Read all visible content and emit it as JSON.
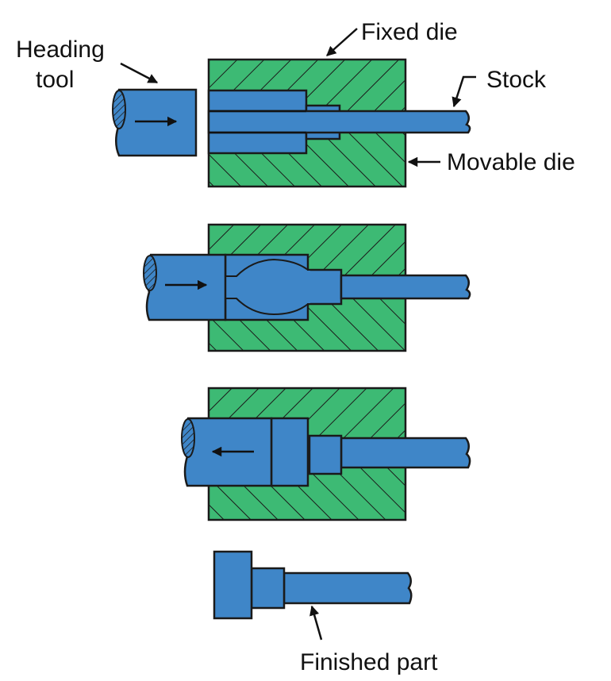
{
  "labels": {
    "heading_tool_line1": "Heading",
    "heading_tool_line2": "tool",
    "fixed_die": "Fixed die",
    "stock": "Stock",
    "movable_die": "Movable die",
    "finished_part": "Finished part"
  },
  "colors": {
    "die": "#3dba74",
    "part": "#3f86c8",
    "outline": "#1a1a1a"
  },
  "stages": [
    {
      "step": 1,
      "tool_direction": "right"
    },
    {
      "step": 2,
      "tool_direction": "right"
    },
    {
      "step": 3,
      "tool_direction": "left"
    },
    {
      "step": 4,
      "finished": true
    }
  ]
}
